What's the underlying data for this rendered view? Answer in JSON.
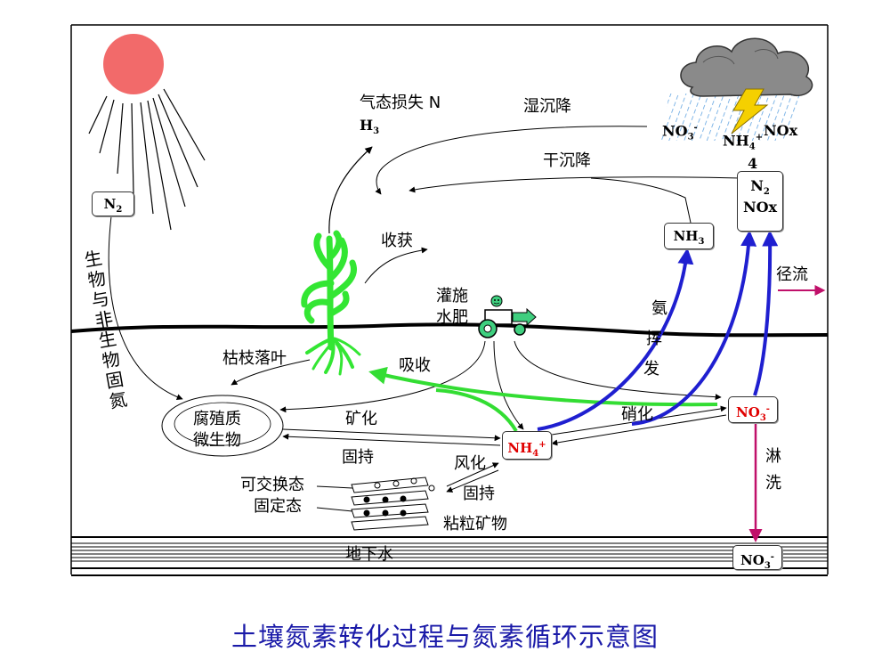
{
  "title": "土壤氮素转化过程与氮素循环示意图",
  "colors": {
    "blue_arrow": "#1f1fd0",
    "green_arrow": "#33dd33",
    "leaching_arrow": "#c0106a",
    "caption": "#1a1aa8",
    "sun": "#f26a6a"
  },
  "icons": [
    "sun-icon",
    "storm-cloud-icon",
    "plant-icon",
    "fertilizer-tractor-icon",
    "clay-mineral-icon"
  ],
  "labels": {
    "gas_loss": "气态损失  N",
    "gas_loss_formula": "H",
    "gas_loss_sub": "3",
    "wet_deposition": "湿沉降",
    "dry_deposition": "干沉降",
    "harvest": "收获",
    "irrigation": "灌施",
    "water_fertilizer": "水肥",
    "runoff": "径流",
    "litter": "枯枝落叶",
    "absorption": "吸收",
    "mineralization": "矿化",
    "immobilization": "固持",
    "nitrification": "硝化",
    "weathering": "风化",
    "fixation2": "固持",
    "exchangeable": "可交换态",
    "fixed_state": "固定态",
    "clay_minerals": "粘粒矿物",
    "groundwater": "地下水",
    "humus_line1": "腐殖质",
    "humus_line2": "微生物",
    "bio_fixation": "生物与非生物固氮",
    "ammonia_volatilization": "氨挥发",
    "leaching": "淋洗",
    "cloud_no3": "NO",
    "cloud_no3_sub": "3",
    "cloud_no3_sup": "-",
    "cloud_nh4": "NH",
    "cloud_nh4_sub": "4",
    "cloud_nh4_sup": "+",
    "cloud_nh4_extra": "4",
    "cloud_nox": "NOx"
  },
  "boxes": {
    "n2_left": {
      "main": "N",
      "sub": "2"
    },
    "nh3": {
      "main": "NH",
      "sub": "3"
    },
    "n2_nox_line1": "N",
    "n2_nox_sub": "2",
    "n2_nox_line2": "NOx",
    "no3_soil": {
      "main": "NO",
      "sub": "3",
      "sup": "-"
    },
    "nh4_soil": {
      "main": "NH",
      "sub": "4",
      "sup": "+"
    },
    "no3_ground": {
      "main": "NO",
      "sub": "3",
      "sup": "-"
    }
  }
}
